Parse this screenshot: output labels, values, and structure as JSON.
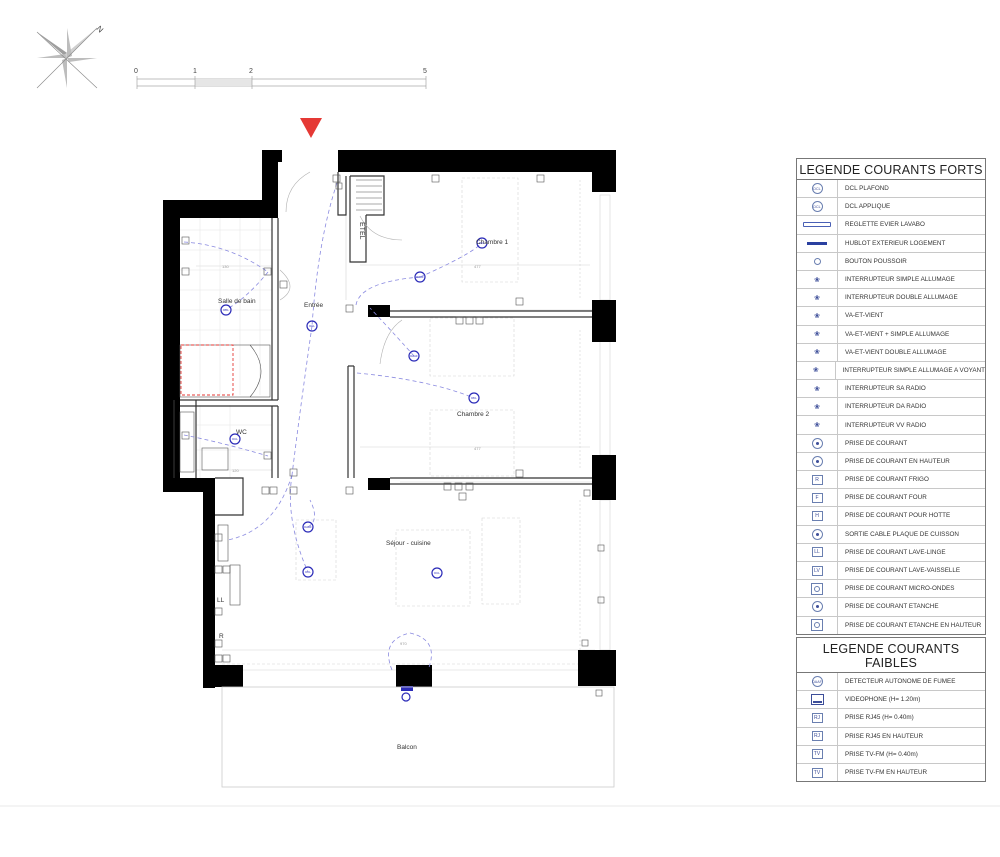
{
  "scale": {
    "ticks": [
      {
        "label": "0"
      },
      {
        "label": "1"
      },
      {
        "label": "2"
      },
      {
        "label": "5"
      }
    ]
  },
  "compass": {
    "north_label": "N"
  },
  "rooms": {
    "bathroom": "Salle de bain",
    "entry": "Entrée",
    "bedroom1": "Chambre 1",
    "bedroom2": "Chambre 2",
    "wc": "WC",
    "living": "Séjour - cuisine",
    "balcony": "Balcon"
  },
  "plan_labels": {
    "etel": "ETEL",
    "ll": "LL",
    "r": "R",
    "dcl": "DCL",
    "daaf": "DAAF",
    "dim_bathroom": "130",
    "dim_wc": "120",
    "dim_bed1": "477",
    "dim_bed2": "477",
    "dim_living": "970"
  },
  "legend_strong": {
    "title": "LEGENDE COURANTS FORTS",
    "items": [
      {
        "symbol": "dcl-circle-icon",
        "text": "DCL",
        "label": "DCL PLAFOND"
      },
      {
        "symbol": "dcl-circle-icon",
        "text": "DCL",
        "label": "DCL APPLIQUE"
      },
      {
        "symbol": "sink-strip-icon",
        "text": "",
        "label": "REGLETTE EVIER LAVABO"
      },
      {
        "symbol": "porthole-light-icon",
        "text": "",
        "label": "HUBLOT EXTERIEUR LOGEMENT"
      },
      {
        "symbol": "push-button-icon",
        "text": "",
        "label": "BOUTON POUSSOIR"
      },
      {
        "symbol": "switch-single-icon",
        "text": "",
        "label": "INTERRUPTEUR SIMPLE ALLUMAGE"
      },
      {
        "symbol": "switch-double-icon",
        "text": "",
        "label": "INTERRUPTEUR DOUBLE ALLUMAGE"
      },
      {
        "symbol": "two-way-switch-icon",
        "text": "",
        "label": "VA-ET-VIENT"
      },
      {
        "symbol": "two-way-single-icon",
        "text": "",
        "label": "VA-ET-VIENT + SIMPLE ALLUMAGE"
      },
      {
        "symbol": "two-way-double-icon",
        "text": "",
        "label": "VA-ET-VIENT DOUBLE ALLUMAGE"
      },
      {
        "symbol": "switch-indicator-icon",
        "text": "",
        "label": "INTERRUPTEUR SIMPLE ALLUMAGE A VOYANT"
      },
      {
        "symbol": "radio-switch-sa-icon",
        "text": "",
        "label": "INTERRUPTEUR SA RADIO"
      },
      {
        "symbol": "radio-switch-da-icon",
        "text": "",
        "label": "INTERRUPTEUR DA RADIO"
      },
      {
        "symbol": "radio-switch-vv-icon",
        "text": "",
        "label": "INTERRUPTEUR VV RADIO"
      },
      {
        "symbol": "outlet-icon",
        "text": "",
        "label": "PRISE DE COURANT"
      },
      {
        "symbol": "outlet-high-icon",
        "text": "",
        "label": "PRISE DE COURANT EN HAUTEUR"
      },
      {
        "symbol": "outlet-letter-icon",
        "text": "R",
        "label": "PRISE DE COURANT FRIGO"
      },
      {
        "symbol": "outlet-letter-icon",
        "text": "F",
        "label": "PRISE DE COURANT FOUR"
      },
      {
        "symbol": "outlet-letter-icon",
        "text": "H",
        "label": "PRISE DE COURANT POUR HOTTE"
      },
      {
        "symbol": "cooktop-outlet-icon",
        "text": "",
        "label": "SORTIE CABLE PLAQUE DE CUISSON"
      },
      {
        "symbol": "outlet-letter-icon",
        "text": "LL",
        "label": "PRISE DE COURANT LAVE-LINGE"
      },
      {
        "symbol": "outlet-letter-icon",
        "text": "LV",
        "label": "PRISE DE COURANT LAVE-VAISSELLE"
      },
      {
        "symbol": "microwave-outlet-icon",
        "text": "",
        "label": "PRISE DE COURANT MICRO-ONDES"
      },
      {
        "symbol": "waterproof-outlet-icon",
        "text": "",
        "label": "PRISE DE COURANT ETANCHE"
      },
      {
        "symbol": "waterproof-high-outlet-icon",
        "text": "",
        "label": "PRISE DE COURANT ETANCHE EN HAUTEUR"
      }
    ]
  },
  "legend_weak": {
    "title": "LEGENDE COURANTS FAIBLES",
    "items": [
      {
        "symbol": "smoke-detector-icon",
        "text": "DAAF",
        "label": "DETECTEUR AUTONOME DE FUMEE"
      },
      {
        "symbol": "videophone-icon",
        "text": "",
        "label": "VIDEOPHONE (H= 1.20m)"
      },
      {
        "symbol": "rj45-outlet-icon",
        "text": "RJ",
        "label": "PRISE RJ45 (H= 0.40m)"
      },
      {
        "symbol": "rj45-outlet-icon",
        "text": "RJ",
        "label": "PRISE RJ45 EN HAUTEUR"
      },
      {
        "symbol": "tv-outlet-icon",
        "text": "TV",
        "label": "PRISE TV-FM (H= 0.40m)"
      },
      {
        "symbol": "tv-outlet-icon",
        "text": "TV",
        "label": "PRISE TV-FM EN HAUTEUR"
      }
    ]
  },
  "colors": {
    "wall": "#000000",
    "electrical": "#2b2bb8",
    "wiring": "#8a8ae0",
    "entry_marker": "#e53935",
    "dim_line": "#bbbbbb"
  }
}
